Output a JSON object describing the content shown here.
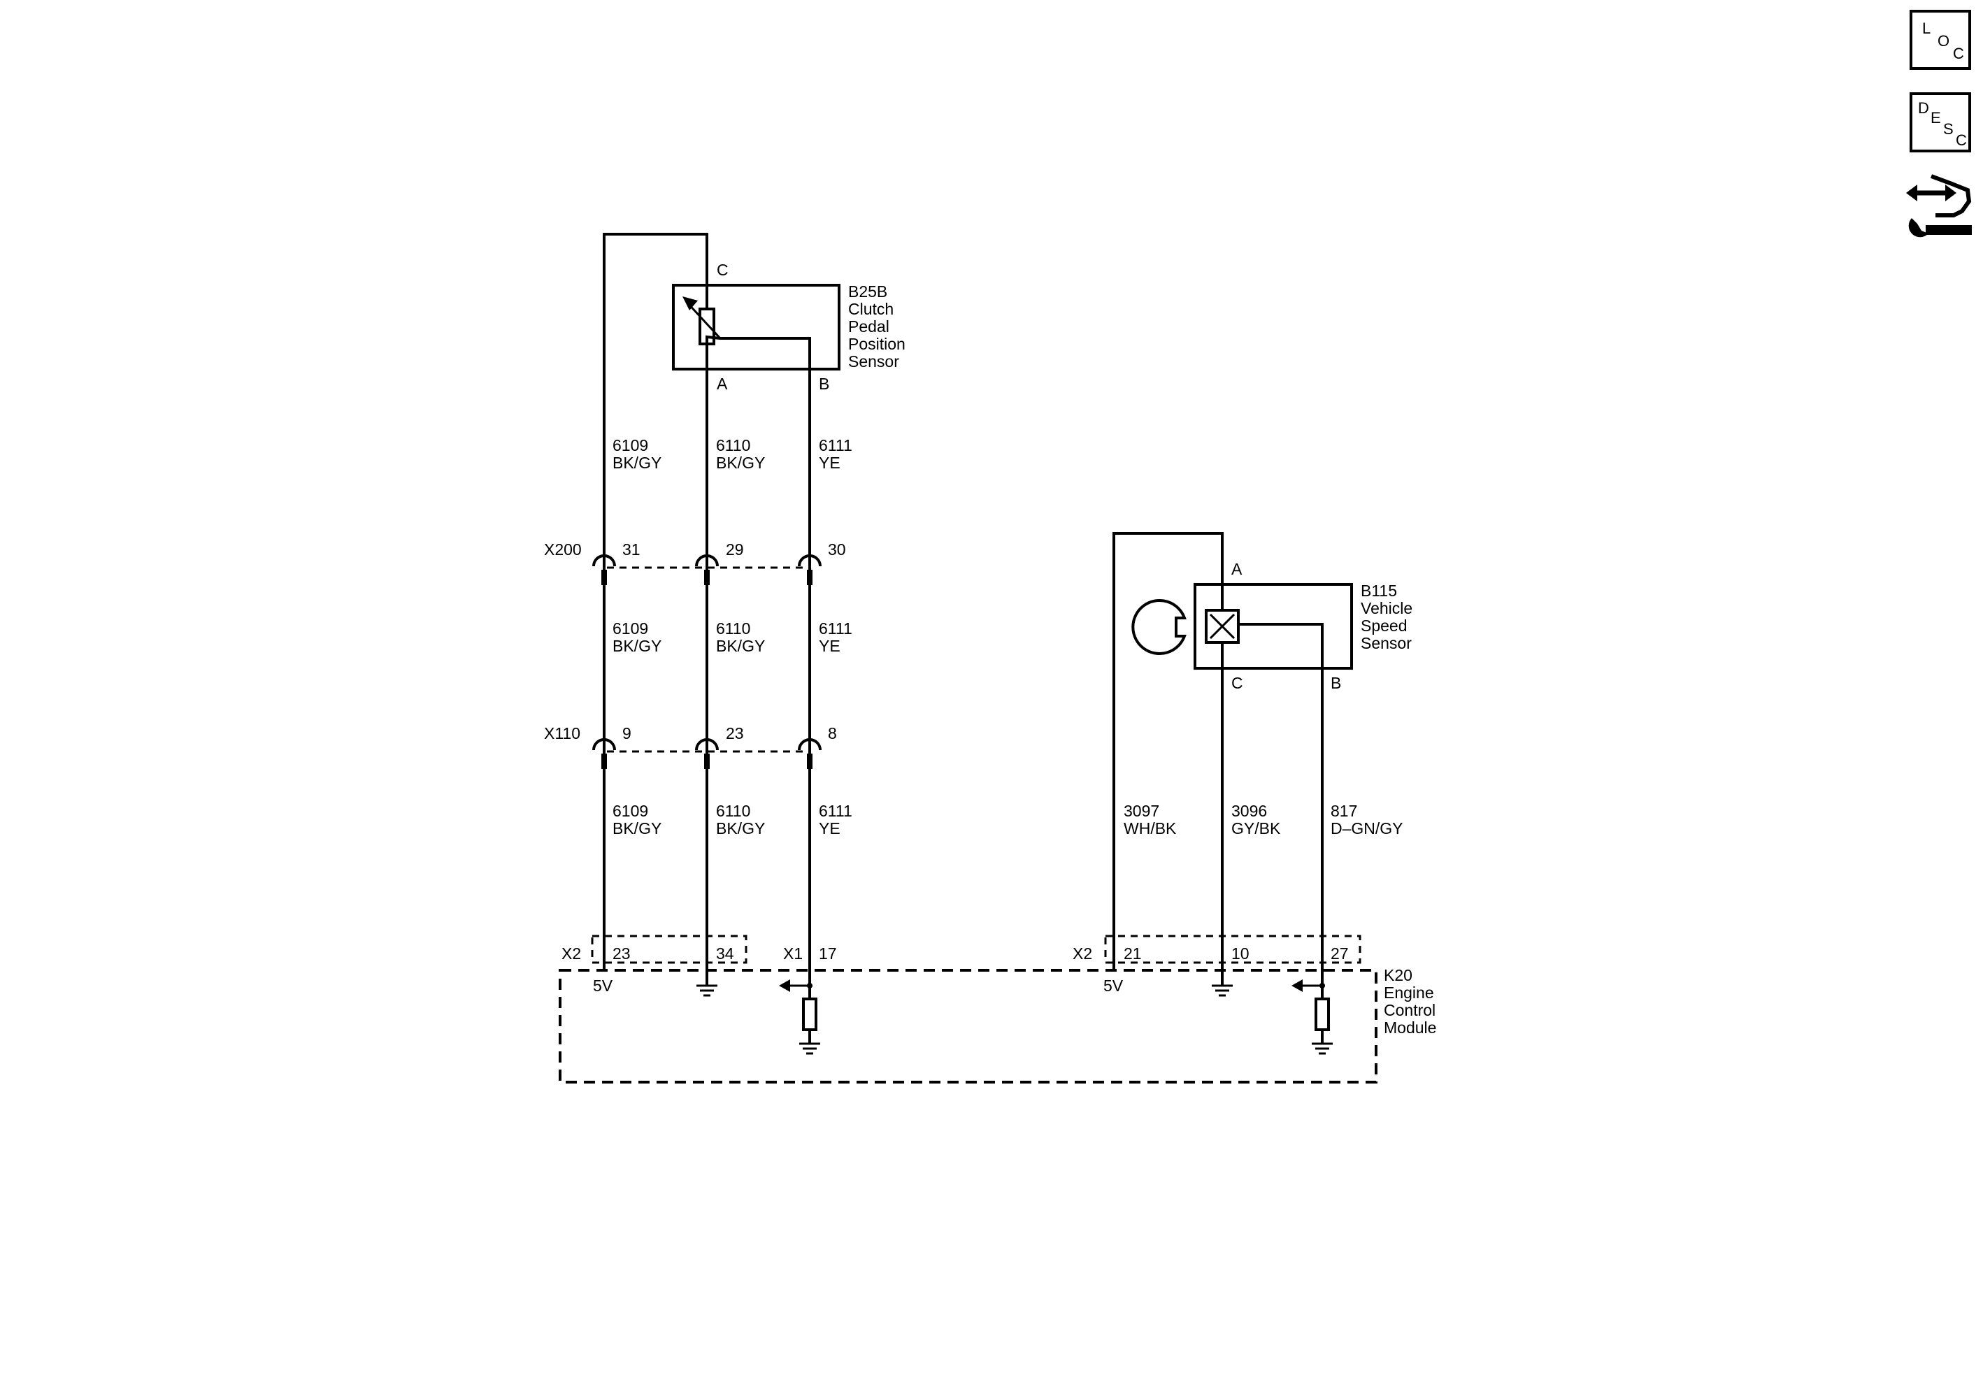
{
  "side_buttons": {
    "loc": [
      "L",
      "O",
      "C"
    ],
    "desc": [
      "D",
      "E",
      "S",
      "C"
    ],
    "connector_tool": "connector-wrench-icon"
  },
  "sensor_b25b": {
    "ref": "B25B",
    "name": [
      "Clutch",
      "Pedal",
      "Position",
      "Sensor"
    ],
    "pin_c": "C",
    "pin_a": "A",
    "pin_b": "B"
  },
  "sensor_b115": {
    "ref": "B115",
    "name": [
      "Vehicle",
      "Speed",
      "Sensor"
    ],
    "pin_a": "A",
    "pin_c": "C",
    "pin_b": "B"
  },
  "connectors": {
    "x200": {
      "label": "X200",
      "pins": [
        "31",
        "29",
        "30"
      ]
    },
    "x110": {
      "label": "X110",
      "pins": [
        "9",
        "23",
        "8"
      ]
    }
  },
  "wires_left": [
    {
      "circuit": "6109",
      "color": "BK/GY"
    },
    {
      "circuit": "6110",
      "color": "BK/GY"
    },
    {
      "circuit": "6111",
      "color": "YE"
    }
  ],
  "wires_right": [
    {
      "circuit": "3097",
      "color": "WH/BK"
    },
    {
      "circuit": "3096",
      "color": "GY/BK"
    },
    {
      "circuit": "817",
      "color": "D–GN/GY"
    }
  ],
  "module": {
    "ref": "K20",
    "name": [
      "Engine",
      "Control",
      "Module"
    ],
    "left_conn": {
      "label": "X2",
      "pins": [
        "23",
        "34"
      ]
    },
    "left_conn2": {
      "label": "X1",
      "pins": [
        "17"
      ]
    },
    "right_conn": {
      "label": "X2",
      "pins": [
        "21",
        "10",
        "27"
      ]
    },
    "ref_5v": "5V"
  }
}
